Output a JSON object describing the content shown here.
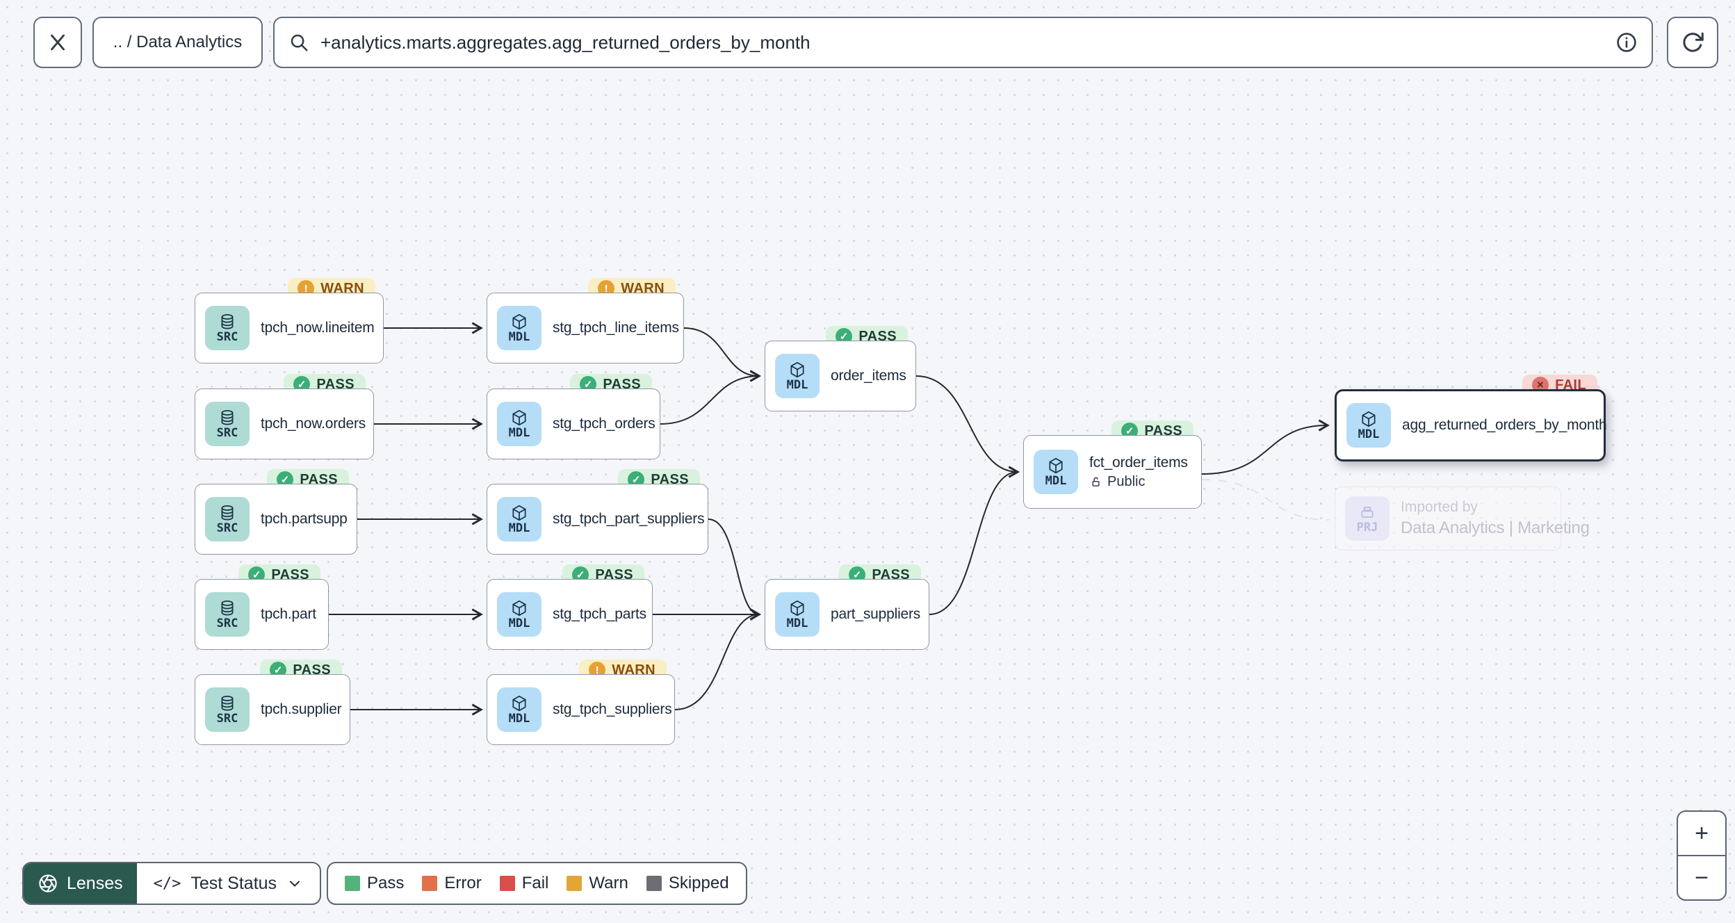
{
  "topbar": {
    "breadcrumb": ".. / Data Analytics",
    "search_value": "+analytics.marts.aggregates.agg_returned_orders_by_month"
  },
  "footer": {
    "lenses_label": "Lenses",
    "lens_code_glyph": "</>",
    "lens_selected": "Test Status"
  },
  "legend": {
    "items": [
      {
        "label": "Pass",
        "color": "#54b37c"
      },
      {
        "label": "Error",
        "color": "#e0714b"
      },
      {
        "label": "Fail",
        "color": "#d94f4c"
      },
      {
        "label": "Warn",
        "color": "#e2a637"
      },
      {
        "label": "Skipped",
        "color": "#6b6f75"
      }
    ]
  },
  "zoom_controls": {
    "zoom_in_label": "+",
    "zoom_out_label": "−"
  },
  "status_colors": {
    "pass": "#3cae78",
    "warn": "#e5a136",
    "fail": "#dc756d"
  },
  "graph": {
    "nodes": [
      {
        "label": "tpch_now.lineitem",
        "type_label": "SRC",
        "badge": "WARN"
      },
      {
        "label": "stg_tpch_line_items",
        "type_label": "MDL",
        "badge": "WARN"
      },
      {
        "label": "tpch_now.orders",
        "type_label": "SRC",
        "badge": "PASS"
      },
      {
        "label": "stg_tpch_orders",
        "type_label": "MDL",
        "badge": "PASS"
      },
      {
        "label": "order_items",
        "type_label": "MDL",
        "badge": "PASS"
      },
      {
        "label": "tpch.partsupp",
        "type_label": "SRC",
        "badge": "PASS"
      },
      {
        "label": "stg_tpch_part_suppliers",
        "type_label": "MDL",
        "badge": "PASS"
      },
      {
        "label": "tpch.part",
        "type_label": "SRC",
        "badge": "PASS"
      },
      {
        "label": "stg_tpch_parts",
        "type_label": "MDL",
        "badge": "PASS"
      },
      {
        "label": "part_suppliers",
        "type_label": "MDL",
        "badge": "PASS"
      },
      {
        "label": "tpch.supplier",
        "type_label": "SRC",
        "badge": "PASS"
      },
      {
        "label": "stg_tpch_suppliers",
        "type_label": "MDL",
        "badge": "WARN"
      },
      {
        "label": "fct_order_items",
        "type_label": "MDL",
        "badge": "PASS",
        "access_label": "Public"
      },
      {
        "label": "agg_returned_orders_by_month",
        "type_label": "MDL",
        "badge": "FAIL",
        "selected": true
      },
      {
        "label_top": "Imported by",
        "label": "Data Analytics | Marketing",
        "type_label": "PRJ"
      }
    ],
    "edges": [
      {
        "from": "tpch_now.lineitem",
        "to": "stg_tpch_line_items",
        "style": "solid"
      },
      {
        "from": "stg_tpch_line_items",
        "to": "order_items",
        "style": "solid"
      },
      {
        "from": "tpch_now.orders",
        "to": "stg_tpch_orders",
        "style": "solid"
      },
      {
        "from": "stg_tpch_orders",
        "to": "order_items",
        "style": "solid"
      },
      {
        "from": "order_items",
        "to": "fct_order_items",
        "style": "solid"
      },
      {
        "from": "tpch.partsupp",
        "to": "stg_tpch_part_suppliers",
        "style": "solid"
      },
      {
        "from": "stg_tpch_part_suppliers",
        "to": "part_suppliers",
        "style": "solid"
      },
      {
        "from": "tpch.part",
        "to": "stg_tpch_parts",
        "style": "solid"
      },
      {
        "from": "stg_tpch_parts",
        "to": "part_suppliers",
        "style": "solid"
      },
      {
        "from": "tpch.supplier",
        "to": "stg_tpch_suppliers",
        "style": "solid"
      },
      {
        "from": "stg_tpch_suppliers",
        "to": "part_suppliers",
        "style": "solid"
      },
      {
        "from": "part_suppliers",
        "to": "fct_order_items",
        "style": "solid"
      },
      {
        "from": "fct_order_items",
        "to": "agg_returned_orders_by_month",
        "style": "solid"
      },
      {
        "from": "fct_order_items",
        "to": "Data Analytics | Marketing",
        "style": "dashed"
      }
    ]
  }
}
